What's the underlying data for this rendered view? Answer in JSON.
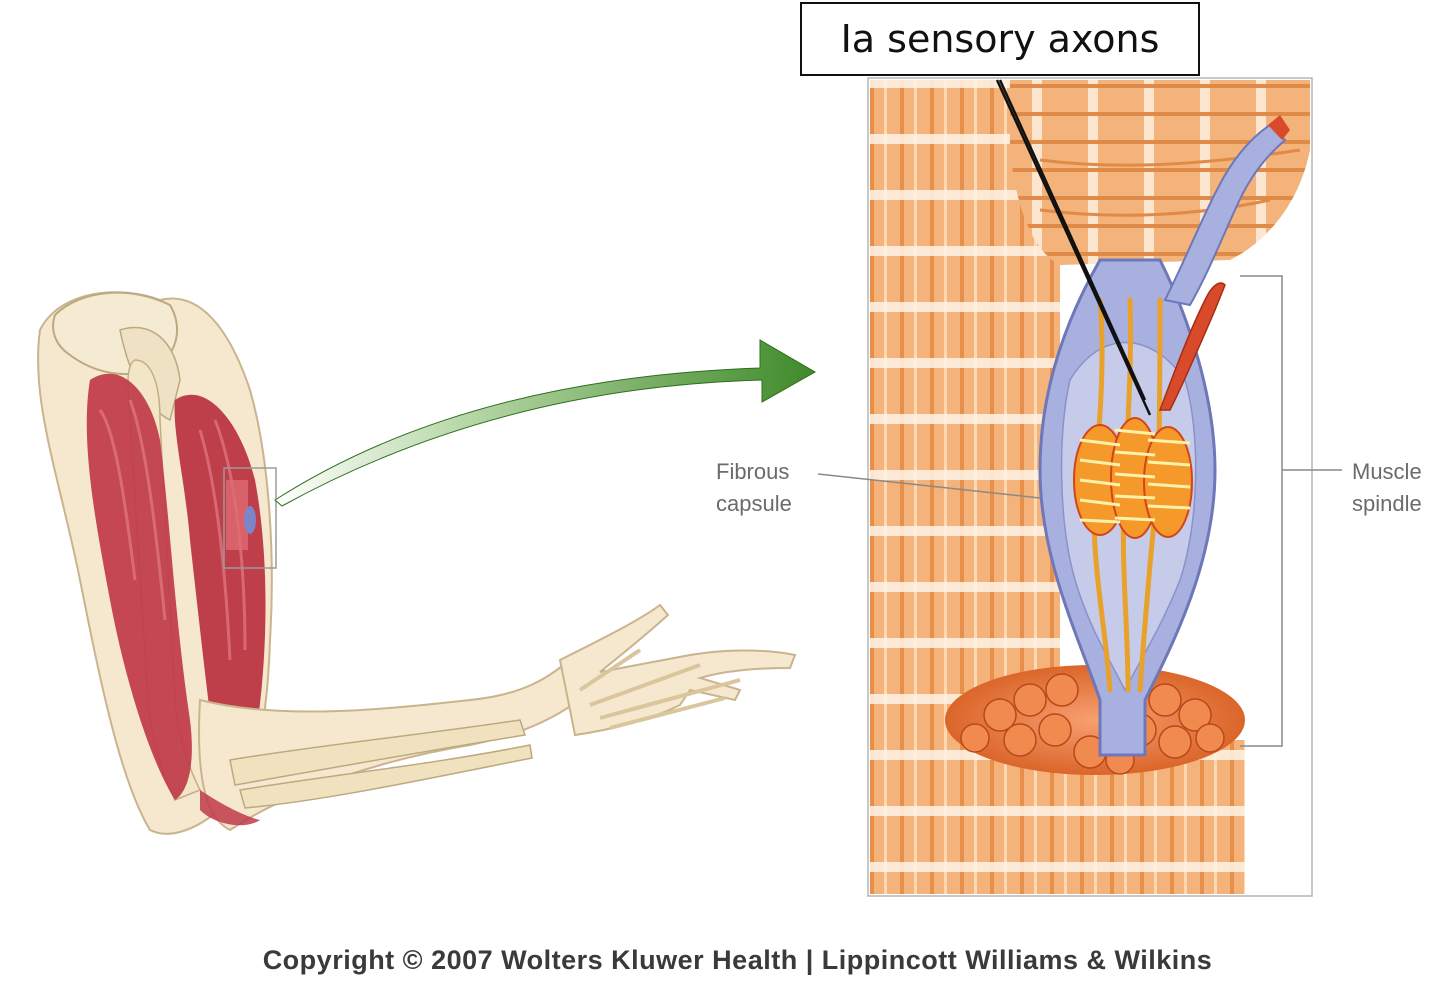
{
  "callout": {
    "text": "Ia sensory axons"
  },
  "labels": {
    "fibrous_capsule": {
      "line1": "Fibrous",
      "line2": "capsule"
    },
    "muscle_spindle": {
      "line1": "Muscle",
      "line2": "spindle"
    }
  },
  "footer": {
    "copyright": "Copyright © 2007 Wolters Kluwer Health | Lippincott Williams & Wilkins"
  },
  "colors": {
    "muscle_red": "#c0394a",
    "bone": "#f2e6c8",
    "fiber_orange": "#f0a060",
    "capsule_blue": "#9da6d8",
    "arrow_green": "#3f8a2a",
    "axon_red": "#d84a2a"
  }
}
